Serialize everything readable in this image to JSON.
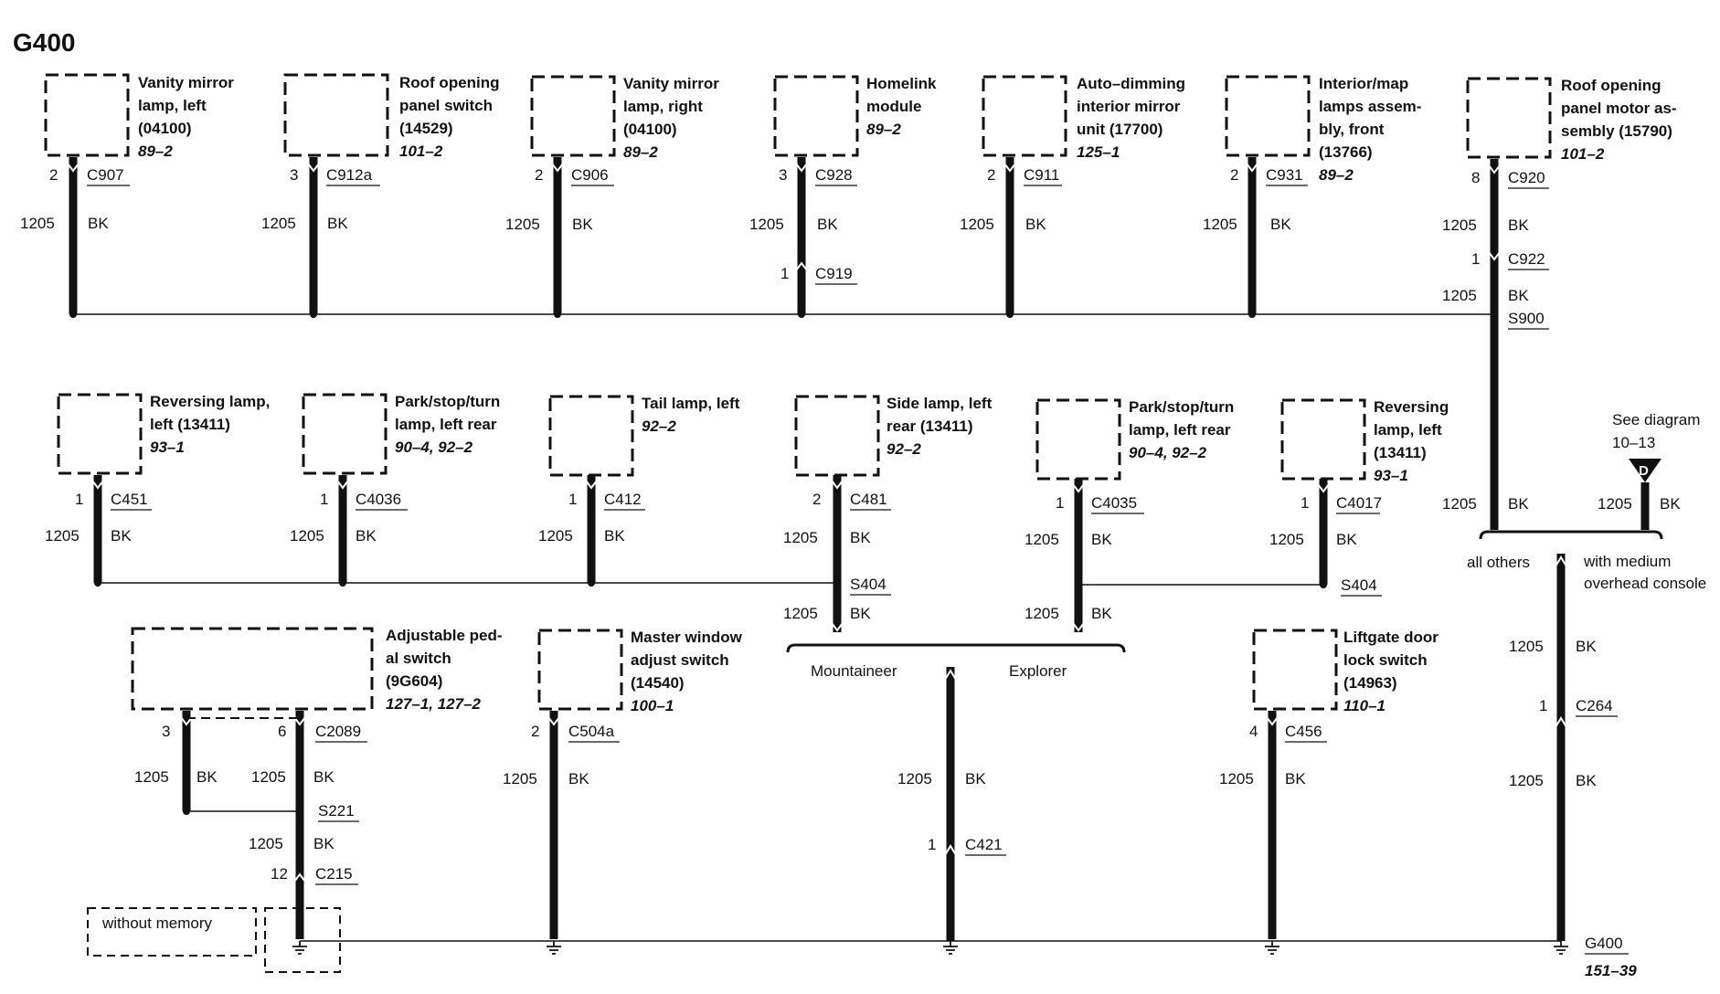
{
  "title": "G400",
  "components": [
    {
      "id": "vanity-left",
      "lines": [
        "Vanity mirror",
        "lamp, left",
        "(04100)"
      ],
      "ref": "89–2",
      "pin": "2",
      "conn": "C907",
      "circuit": "1205",
      "color": "BK"
    },
    {
      "id": "roof-switch",
      "lines": [
        "Roof opening",
        "panel switch",
        "(14529)"
      ],
      "ref": "101–2",
      "pin": "3",
      "conn": "C912a",
      "circuit": "1205",
      "color": "BK"
    },
    {
      "id": "vanity-right",
      "lines": [
        "Vanity mirror",
        "lamp, right",
        "(04100)"
      ],
      "ref": "89–2",
      "pin": "2",
      "conn": "C906",
      "circuit": "1205",
      "color": "BK"
    },
    {
      "id": "homelink",
      "lines": [
        "Homelink",
        "module"
      ],
      "ref": "89–2",
      "pin": "3",
      "conn": "C928",
      "circuit": "1205",
      "color": "BK",
      "pin2": "1",
      "conn2": "C919"
    },
    {
      "id": "auto-dim",
      "lines": [
        "Auto–dimming",
        "interior mirror",
        "unit (17700)"
      ],
      "ref": "125–1",
      "pin": "2",
      "conn": "C911",
      "circuit": "1205",
      "color": "BK"
    },
    {
      "id": "interior-map",
      "lines": [
        "Interior/map",
        "lamps assem-",
        "bly, front",
        "(13766)"
      ],
      "ref": "89–2",
      "pin": "2",
      "conn": "C931",
      "circuit": "1205",
      "color": "BK"
    },
    {
      "id": "roof-motor",
      "lines": [
        "Roof opening",
        "panel motor as-",
        "sembly (15790)"
      ],
      "ref": "101–2",
      "pin": "8",
      "conn": "C920",
      "circuit": "1205",
      "color": "BK",
      "pin2": "1",
      "conn2": "C922",
      "splice": "S900"
    },
    {
      "id": "reversing-left-a",
      "lines": [
        "Reversing lamp,",
        "left (13411)"
      ],
      "ref": "93–1",
      "pin": "1",
      "conn": "C451",
      "circuit": "1205",
      "color": "BK"
    },
    {
      "id": "park-left-a",
      "lines": [
        "Park/stop/turn",
        "lamp, left rear"
      ],
      "ref": "90–4, 92–2",
      "pin": "1",
      "conn": "C4036",
      "circuit": "1205",
      "color": "BK"
    },
    {
      "id": "tail-left",
      "lines": [
        "Tail lamp, left"
      ],
      "ref": "92–2",
      "pin": "1",
      "conn": "C412",
      "circuit": "1205",
      "color": "BK"
    },
    {
      "id": "side-left",
      "lines": [
        "Side lamp, left",
        "rear (13411)"
      ],
      "ref": "92–2",
      "pin": "2",
      "conn": "C481",
      "circuit": "1205",
      "color": "BK",
      "splice": "S404"
    },
    {
      "id": "park-left-b",
      "lines": [
        "Park/stop/turn",
        "lamp, left rear"
      ],
      "ref": "90–4, 92–2",
      "pin": "1",
      "conn": "C4035",
      "circuit": "1205",
      "color": "BK"
    },
    {
      "id": "reversing-left-b",
      "lines": [
        "Reversing",
        "lamp, left",
        "(13411)"
      ],
      "ref": "93–1",
      "pin": "1",
      "conn": "C4017",
      "circuit": "1205",
      "color": "BK",
      "splice": "S404"
    },
    {
      "id": "adj-pedal",
      "lines": [
        "Adjustable ped-",
        "al switch",
        "(9G604)"
      ],
      "ref": "127–1, 127–2",
      "pin": "3",
      "pin_b": "6",
      "conn": "C2089",
      "circuit": "1205",
      "color": "BK",
      "splice": "S221",
      "pin2": "12",
      "conn2": "C215"
    },
    {
      "id": "master-window",
      "lines": [
        "Master window",
        "adjust switch",
        "(14540)"
      ],
      "ref": "100–1",
      "pin": "2",
      "conn": "C504a",
      "circuit": "1205",
      "color": "BK"
    },
    {
      "id": "liftgate",
      "lines": [
        "Liftgate door",
        "lock switch",
        "(14963)"
      ],
      "ref": "110–1",
      "pin": "4",
      "conn": "C456",
      "circuit": "1205",
      "color": "BK"
    }
  ],
  "see_diagram": {
    "text": "See diagram",
    "ref": "10–13",
    "letter": "D",
    "circuit": "1205",
    "color": "BK"
  },
  "options": {
    "all_others": "all others",
    "with_medium": [
      "with medium",
      "overhead console"
    ],
    "mountaineer": "Mountaineer",
    "explorer": "Explorer",
    "without_memory": "without memory"
  },
  "lower": {
    "c421_pin": "1",
    "c421": "C421",
    "c264_pin": "1",
    "c264": "C264",
    "circuit": "1205",
    "color": "BK"
  },
  "ground": {
    "name": "G400",
    "ref": "151–39"
  }
}
